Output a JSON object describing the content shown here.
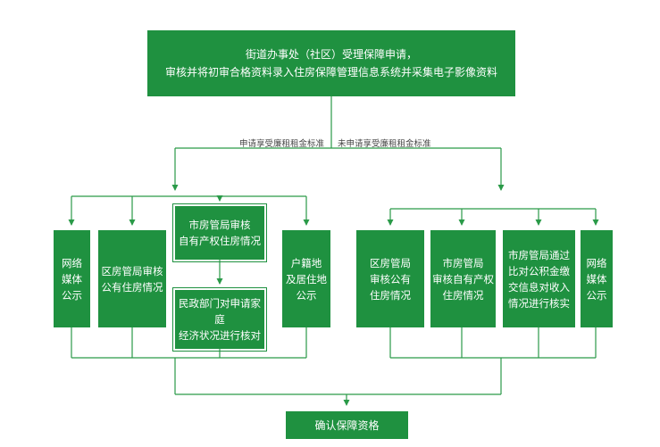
{
  "top": {
    "line1": "街道办事处（社区）受理保障申请，",
    "line2": "审核并将初审合格资料录入住房保障管理信息系统并采集电子影像资料"
  },
  "branch_labels": {
    "left": "申请享受廉租租金标准",
    "right": "未申请享受廉租租金标准"
  },
  "left_group": {
    "network_media": "网络\n媒体\n公示",
    "district_housing": "区房管局审核\n公有住房情况",
    "city_housing": "市房管局审核\n自有产权住房情况",
    "civil_affairs": "民政部门对申请家庭\n经济状况进行核对",
    "household_registry": "户籍地\n及居住地\n公示"
  },
  "right_group": {
    "district_housing": "区房管局\n审核公有\n住房情况",
    "city_housing": "市房管局\n审核自有产权\n住房情况",
    "provident_fund": "市房管局通过\n比对公积金缴\n交信息对收入\n情况进行核实",
    "network_media": "网络\n媒体\n公示"
  },
  "bottom": {
    "label": "确认保障资格"
  },
  "colors": {
    "box_fill": "#1f9140",
    "line": "#2a9a48"
  }
}
